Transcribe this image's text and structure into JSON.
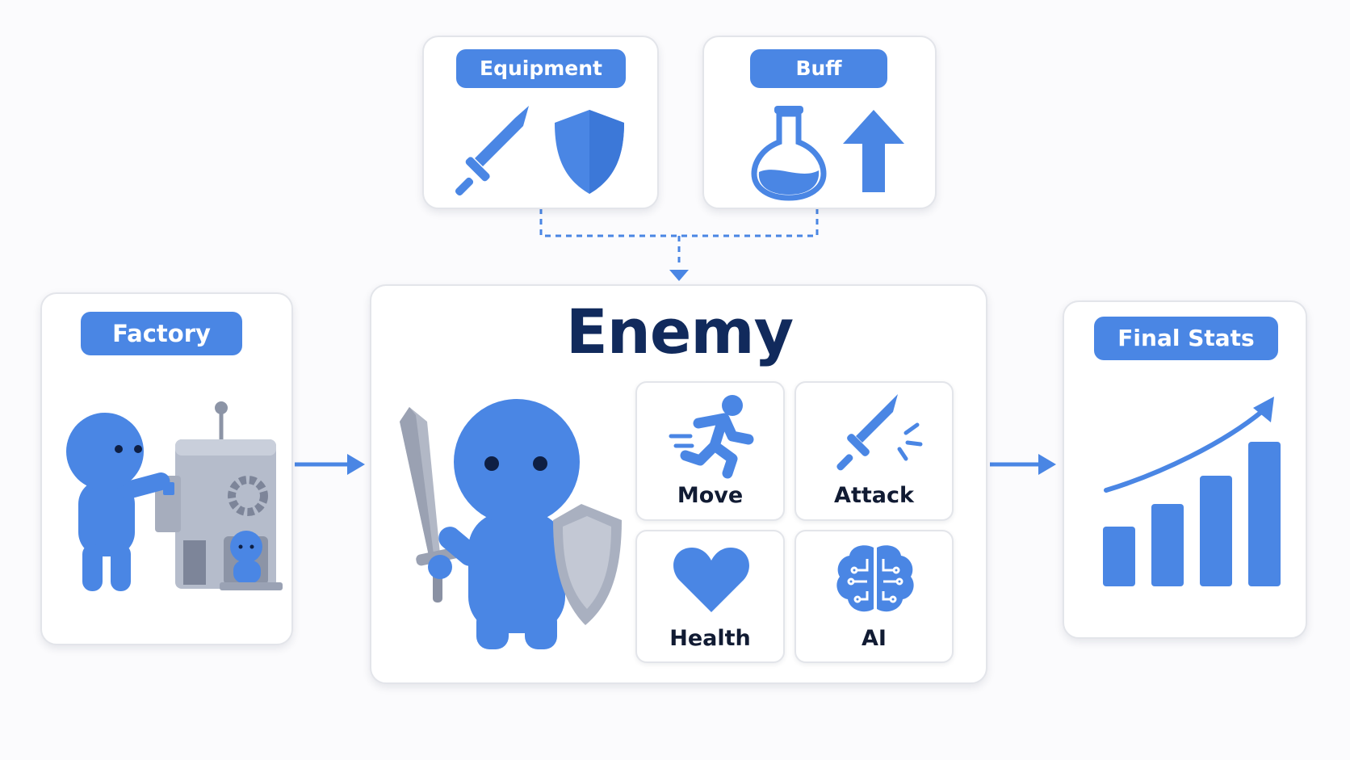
{
  "equipment": {
    "label": "Equipment",
    "icons": [
      "sword-icon",
      "shield-icon"
    ]
  },
  "buff": {
    "label": "Buff",
    "icons": [
      "potion-flask-icon",
      "up-arrow-icon"
    ]
  },
  "factory": {
    "label": "Factory"
  },
  "enemy": {
    "title": "Enemy",
    "components": [
      {
        "label": "Move",
        "icon": "running-person-icon"
      },
      {
        "label": "Attack",
        "icon": "sword-slash-icon"
      },
      {
        "label": "Health",
        "icon": "heart-icon"
      },
      {
        "label": "AI",
        "icon": "brain-circuit-icon"
      }
    ]
  },
  "final_stats": {
    "label": "Final Stats",
    "icon": "rising-bar-chart-icon"
  },
  "colors": {
    "accent": "#4a86e4",
    "title": "#112a5c",
    "text": "#111b33",
    "border": "#e3e5ea"
  }
}
